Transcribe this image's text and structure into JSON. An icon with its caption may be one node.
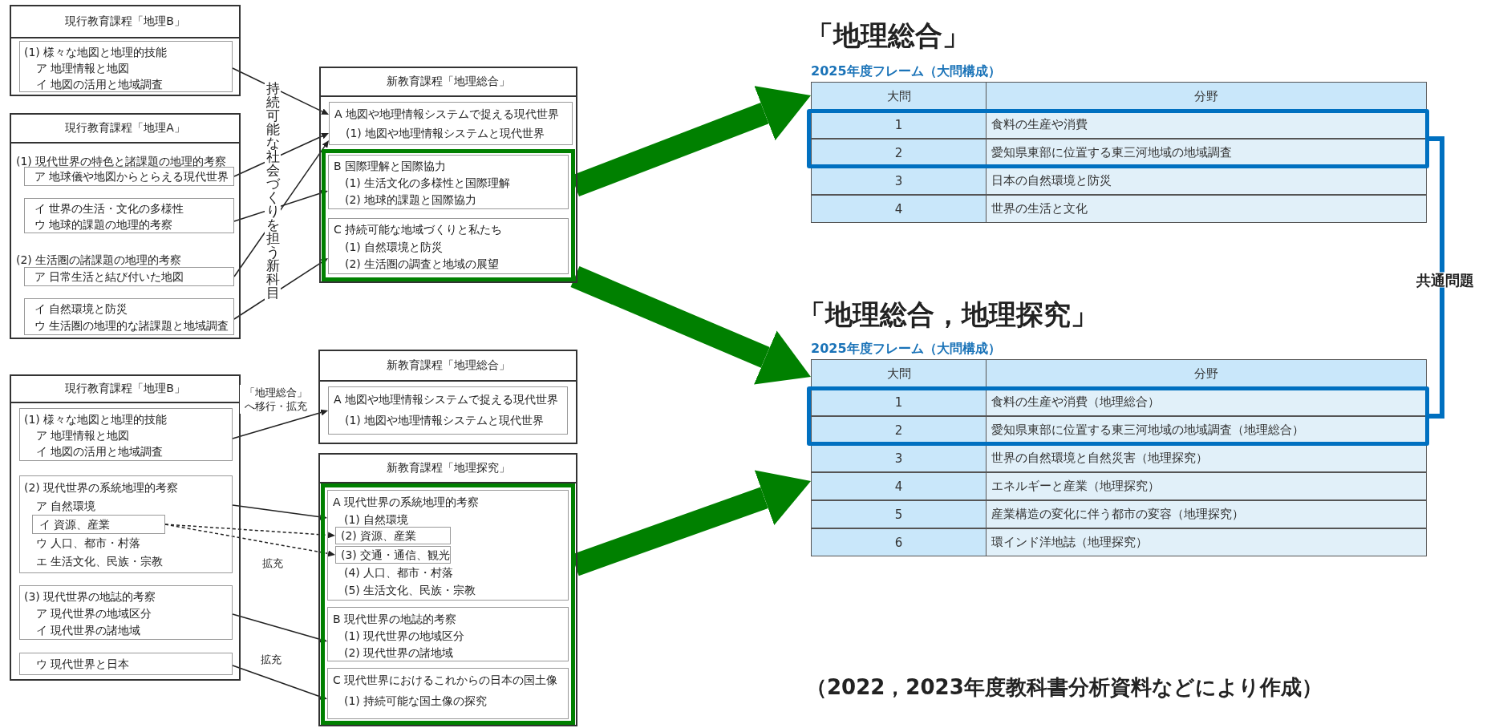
{
  "diagram": {
    "nodes": [
      {
        "text": [
          "現行教育課程「地理B」"
        ]
      },
      {
        "text": [
          "(1) 様々な地図と地理的技能",
          "ア 地理情報と地図",
          "イ 地図の活用と地域調査"
        ],
        "in": 0
      },
      {
        "text": [
          "現行教育課程「地理A」",
          "(1) 現代世界の特色と諸課題の地理的考察",
          "(2) 生活圏の諸課題の地理的考察"
        ]
      },
      {
        "text": [
          "ア 地球儀や地図からとらえる現代世界"
        ],
        "in": 2
      },
      {
        "text": [
          "イ 世界の生活・文化の多様性",
          "ウ 地球的課題の地理的考察"
        ],
        "in": 2
      },
      {
        "text": [
          "ア 日常生活と結び付いた地図"
        ],
        "in": 2
      },
      {
        "text": [
          "イ 自然環境と防災",
          "ウ 生活圏の地理的な諸課題と地域調査"
        ],
        "in": 2
      },
      {
        "text": [
          "新教育課程「地理総合」"
        ]
      },
      {
        "text": [
          "A 地図や地理情報システムで捉える現代世界",
          "(1) 地図や地理情報システムと現代世界"
        ],
        "in": 7
      },
      {
        "text": [],
        "shape": "box",
        "in": 7
      },
      {
        "text": [
          "B 国際理解と国際協力",
          "(1) 生活文化の多様性と国際理解",
          "(2) 地球的課題と国際協力"
        ],
        "in": 9
      },
      {
        "text": [
          "C 持続可能な地域づくりと私たち",
          "(1) 自然環境と防災",
          "(2) 生活圏の調査と地域の展望"
        ],
        "in": 9
      },
      {
        "text": [
          "現行教育課程「地理B」"
        ]
      },
      {
        "text": [
          "(1) 様々な地図と地理的技能",
          "ア 地理情報と地図",
          "イ 地図の活用と地域調査"
        ],
        "in": 12
      },
      {
        "text": [
          "(2) 現代世界の系統地理的考察",
          "ア 自然環境",
          "ウ 人口、都市・村落",
          "エ 生活文化、民族・宗教"
        ],
        "in": 12
      },
      {
        "text": [
          "イ 資源、産業"
        ],
        "in": 14
      },
      {
        "text": [
          "(3) 現代世界の地誌的考察",
          "ア 現代世界の地域区分",
          "イ 現代世界の諸地域"
        ],
        "in": 12
      },
      {
        "text": [
          "ウ 現代世界と日本"
        ],
        "in": 12
      },
      {
        "text": [
          "新教育課程「地理総合」"
        ]
      },
      {
        "text": [
          "A 地図や地理情報システムで捉える現代世界",
          "(1) 地図や地理情報システムと現代世界"
        ],
        "in": 18
      },
      {
        "text": [
          "新教育課程「地理探究」"
        ]
      },
      {
        "text": [],
        "shape": "box",
        "in": 20
      },
      {
        "text": [
          "A 現代世界の系統地理的考察",
          "(1) 自然環境",
          "(4) 人口、都市・村落",
          "(5) 生活文化、民族・宗教"
        ],
        "in": 21
      },
      {
        "text": [
          "(2) 資源、産業"
        ],
        "in": 22
      },
      {
        "text": [
          "(3) 交通・通信、観光"
        ],
        "in": 22
      },
      {
        "text": [
          "B 現代世界の地誌的考察",
          "(1) 現代世界の地域区分",
          "(2) 現代世界の諸地域"
        ],
        "in": 21
      },
      {
        "text": [
          "C 現代世界におけるこれからの日本の国土像",
          "(1) 持続可能な国土像の探究"
        ],
        "in": 21
      },
      {
        "text": [
          "2025年度フレーム（大問構成）",
          "大問",
          "分野",
          "3",
          "日本の自然環境と防災",
          "4",
          "世界の生活と文化"
        ]
      },
      {
        "text": [
          "1",
          "食料の生産や消費",
          "2",
          "愛知県東部に位置する東三河地域の地域調査"
        ],
        "in": 27
      },
      {
        "text": [
          "2025年度フレーム（大問構成）",
          "大問",
          "分野",
          "3",
          "世界の自然環境と自然災害（地理探究）",
          "4",
          "エネルギーと産業（地理探究）",
          "5",
          "産業構造の変化に伴う都市の変容（地理探究）",
          "6",
          "環インド洋地誌（地理探究）"
        ]
      },
      {
        "text": [
          "1",
          "食料の生産や消費（地理総合）",
          "2",
          "愛知県東部に位置する東三河地域の地域調査（地理総合）"
        ],
        "in": 29
      }
    ],
    "edges": [
      {
        "from": 1,
        "to": 8,
        "arrow": "to"
      },
      {
        "from": 3,
        "to": 8,
        "arrow": "to"
      },
      {
        "from": 4,
        "to": 10,
        "arrow": "to"
      },
      {
        "from": 5,
        "to": 8,
        "arrow": "to"
      },
      {
        "from": 6,
        "to": 11,
        "arrow": "to"
      },
      {
        "from": 13,
        "to": 19,
        "arrow": "to",
        "label": "「地理総合」へ移行・拡充"
      },
      {
        "from": 14,
        "to": 22,
        "arrow": "to"
      },
      {
        "from": 15,
        "to": 23,
        "arrow": "to",
        "style": "dashed"
      },
      {
        "from": 15,
        "to": 24,
        "arrow": "to",
        "style": "dashed",
        "label": "拡充"
      },
      {
        "from": 16,
        "to": 25,
        "arrow": "to"
      },
      {
        "from": 17,
        "to": 26,
        "arrow": "to",
        "label": "拡充"
      },
      {
        "from": 9,
        "to": 27,
        "arrow": "to",
        "style": "thick",
        "color": "#008000"
      },
      {
        "from": 9,
        "to": 29,
        "arrow": "to",
        "style": "thick",
        "color": "#008000"
      },
      {
        "from": 21,
        "to": 29,
        "arrow": "to",
        "style": "thick",
        "color": "#008000"
      },
      {
        "from": 28,
        "to": 30,
        "arrow": "none",
        "style": "thick",
        "color": "#0070c0",
        "label": "共通問題"
      }
    ],
    "labels": [
      "持続可能な社会づくりを担う新科目",
      "「地理総合」",
      "「地理総合，地理探究」",
      "（2022，2023年度教科書分析資料などにより作成）"
    ]
  }
}
